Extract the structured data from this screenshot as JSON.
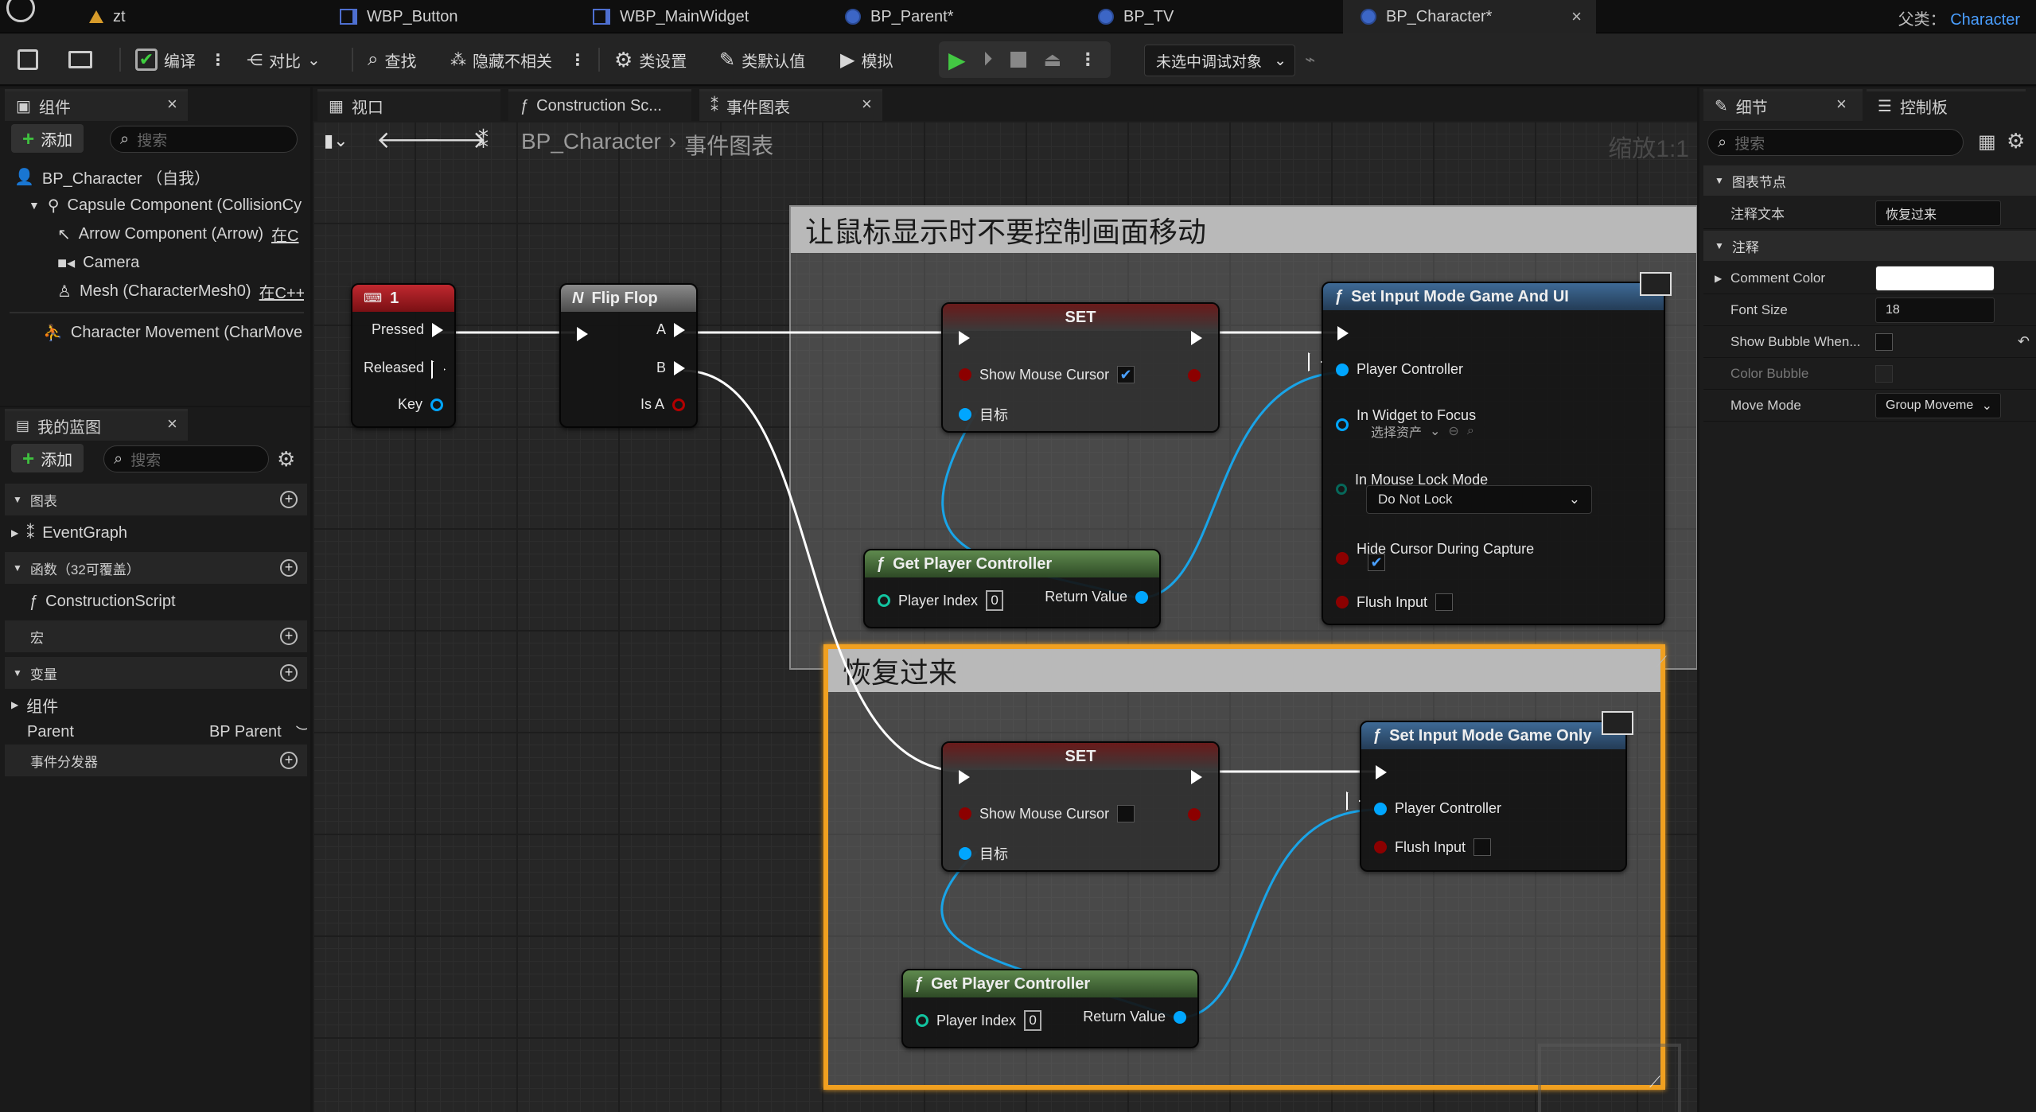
{
  "tabs": [
    {
      "label": "zt"
    },
    {
      "label": "WBP_Button"
    },
    {
      "label": "WBP_MainWidget"
    },
    {
      "label": "BP_Parent*"
    },
    {
      "label": "BP_TV"
    },
    {
      "label": "BP_Character*"
    }
  ],
  "parent_class": {
    "label": "父类：",
    "value": "Character"
  },
  "toolbar": {
    "compile": "编译",
    "diff": "对比",
    "find": "查找",
    "hide_unrelated": "隐藏不相关",
    "class_settings": "类设置",
    "class_defaults": "类默认值",
    "simulate": "模拟",
    "debug_target": "未选中调试对象"
  },
  "components_panel": {
    "title": "组件",
    "add": "添加",
    "search_placeholder": "搜索",
    "items": [
      {
        "label": "BP_Character （自我）"
      },
      {
        "label": "Capsule Component (CollisionCy"
      },
      {
        "label": "Arrow Component (Arrow)",
        "suffix": "在C"
      },
      {
        "label": "Camera"
      },
      {
        "label": "Mesh (CharacterMesh0)",
        "suffix": "在C++"
      },
      {
        "label": "Character Movement (CharMovem"
      }
    ]
  },
  "my_blueprint": {
    "title": "我的蓝图",
    "add": "添加",
    "search_placeholder": "搜索",
    "sections": {
      "graphs": "图表",
      "event_graph": "EventGraph",
      "functions": "函数（32可覆盖）",
      "construction_script": "ConstructionScript",
      "macros": "宏",
      "variables": "变量",
      "components": "组件",
      "parent_var": "Parent",
      "parent_type": "BP Parent",
      "dispatchers": "事件分发器"
    }
  },
  "graph_tabs": {
    "viewport": "视口",
    "construction": "Construction Sc...",
    "event_graph": "事件图表"
  },
  "breadcrumb": {
    "root": "BP_Character",
    "current": "事件图表",
    "zoom": "缩放1:1"
  },
  "comments": {
    "top": "让鼠标显示时不要控制画面移动",
    "bottom": "恢复过来"
  },
  "nodes": {
    "key_event": {
      "title": "1",
      "pressed": "Pressed",
      "released": "Released",
      "key": "Key"
    },
    "flipflop": {
      "title": "Flip Flop",
      "a": "A",
      "b": "B",
      "is_a": "Is A"
    },
    "set_top": {
      "title": "SET",
      "var": "Show Mouse Cursor",
      "target": "目标",
      "checked": true
    },
    "set_bottom": {
      "title": "SET",
      "var": "Show Mouse Cursor",
      "target": "目标",
      "checked": false
    },
    "get_pc_top": {
      "title": "Get Player Controller",
      "player_index": "Player Index",
      "index_value": "0",
      "return": "Return Value"
    },
    "get_pc_bottom": {
      "title": "Get Player Controller",
      "player_index": "Player Index",
      "index_value": "0",
      "return": "Return Value"
    },
    "game_and_ui": {
      "title": "Set Input Mode Game And UI",
      "player_controller": "Player Controller",
      "widget_focus": "In Widget to Focus",
      "asset_select": "选择资产",
      "lock_mode": "In Mouse Lock Mode",
      "lock_value": "Do Not Lock",
      "hide_cursor": "Hide Cursor During Capture",
      "flush_input": "Flush Input"
    },
    "game_only": {
      "title": "Set Input Mode Game Only",
      "player_controller": "Player Controller",
      "flush_input": "Flush Input"
    }
  },
  "details_panel": {
    "title": "细节",
    "tab2": "控制板",
    "search_placeholder": "搜索",
    "graph_node_section": "图表节点",
    "comment_text_label": "注释文本",
    "comment_text_value": "恢复过来",
    "comment_section": "注释",
    "comment_color": "Comment Color",
    "font_size": "Font Size",
    "font_size_value": "18",
    "show_bubble": "Show Bubble When...",
    "color_bubble": "Color Bubble",
    "move_mode": "Move Mode",
    "move_mode_value": "Group Moveme"
  },
  "colors": {
    "accent_blue": "#4a9eff",
    "event_red": "#b0232a",
    "function_green": "#4a6e3c",
    "selection_orange": "#f0a020"
  }
}
